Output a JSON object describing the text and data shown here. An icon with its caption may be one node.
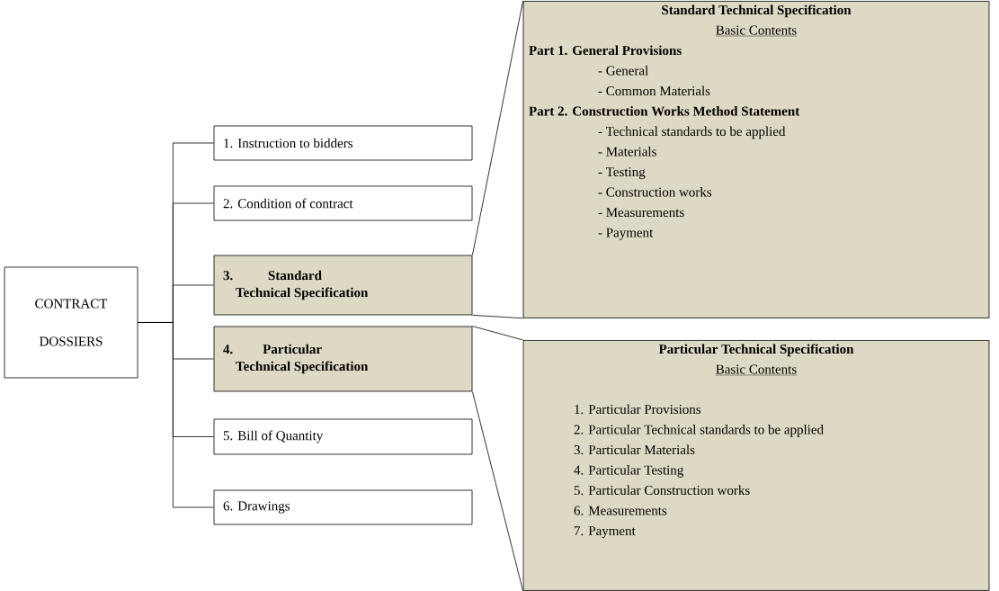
{
  "diagram": {
    "nodes": [
      {
        "text": [
          "CONTRACT DOSSIERS"
        ]
      },
      {
        "text": [
          "1. Instruction to bidders"
        ]
      },
      {
        "text": [
          "2. Condition of contract"
        ]
      },
      {
        "text": [
          "3. Standard Technical Specification"
        ]
      },
      {
        "text": [
          "4. Particular Technical Specification"
        ]
      },
      {
        "text": [
          "5. Bill of Quantity"
        ]
      },
      {
        "text": [
          "6. Drawings"
        ]
      },
      {
        "text": [
          "Standard Technical Specification",
          "Basic Contents",
          "Part 1. General Provisions",
          "- General",
          "- Common Materials",
          "Part 2. Construction Works Method Statement",
          "- Technical standards to be applied",
          "- Materials",
          "- Testing",
          "- Construction works",
          "- Measurements",
          "- Payment"
        ]
      },
      {
        "text": [
          "Particular Technical Specification",
          "Basic Contents",
          "1. Particular Provisions",
          "2. Particular Technical standards to be applied",
          "3. Particular Materials",
          "4. Particular Testing",
          "5. Particular Construction works",
          "6. Measurements",
          "7. Payment"
        ]
      }
    ],
    "edges": [
      {
        "from": 0,
        "to": 1,
        "arrow": "none"
      },
      {
        "from": 0,
        "to": 2,
        "arrow": "none"
      },
      {
        "from": 0,
        "to": 3,
        "arrow": "none"
      },
      {
        "from": 0,
        "to": 4,
        "arrow": "none"
      },
      {
        "from": 0,
        "to": 5,
        "arrow": "none"
      },
      {
        "from": 0,
        "to": 6,
        "arrow": "none"
      },
      {
        "from": 3,
        "to": 7,
        "arrow": "none"
      },
      {
        "from": 4,
        "to": 8,
        "arrow": "none"
      }
    ]
  }
}
